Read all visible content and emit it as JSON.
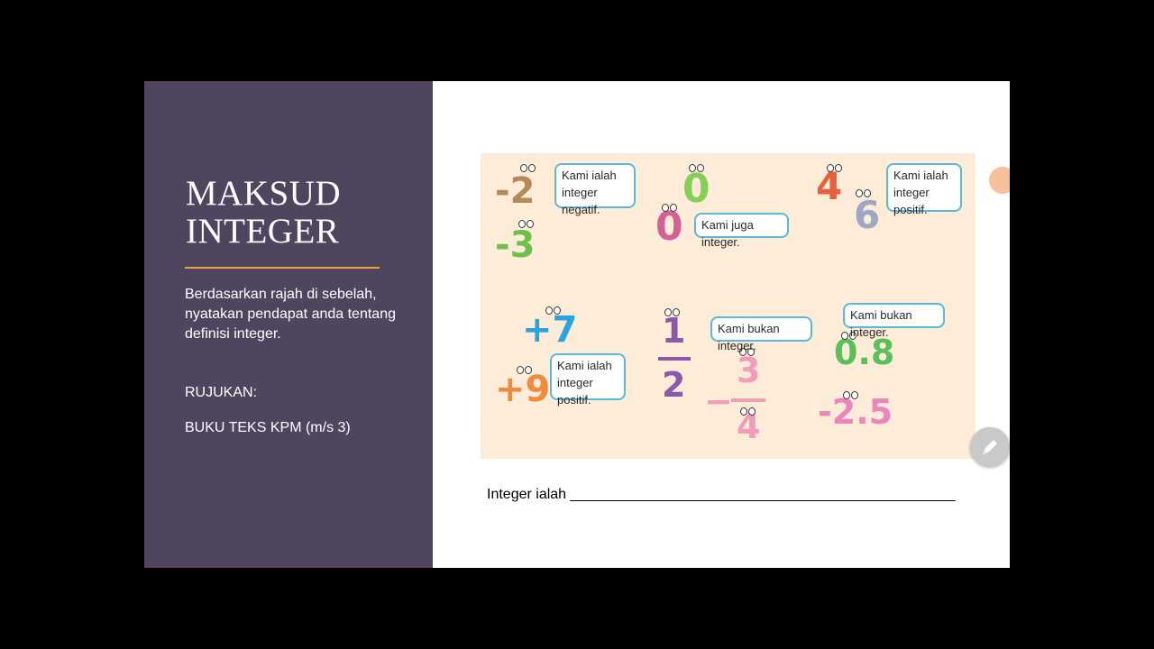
{
  "slide": {
    "title_line1": "MAKSUD",
    "title_line2": "INTEGER",
    "description": "Berdasarkan rajah di sebelah, nyatakan pendapat anda tentang definisi integer.",
    "reference_label": "RUJUKAN:",
    "reference_value": "BUKU TEKS KPM (m/s 3)",
    "sentence": "Integer ialah ________________________________________________"
  },
  "illustration": {
    "numbers": {
      "n_minus2": "-2",
      "n_minus3": "-3",
      "n_zero_top": "0",
      "n_zero_bottom": "0",
      "n_four": "4",
      "n_six": "6",
      "n_plus7": "+7",
      "n_plus9": "+9",
      "half_num": "1",
      "half_den": "2",
      "neg_sign": "−",
      "frac_num": "3",
      "frac_den": "4",
      "n_decimal": "0.8",
      "n_neg_decimal": "-2.5"
    },
    "bubbles": {
      "negative": "Kami ialah integer negatif.",
      "zero": "Kami juga integer.",
      "positive_top": "Kami ialah integer positif.",
      "positive_bottom": "Kami ialah integer positif.",
      "not_integer_fraction": "Kami bukan integer.",
      "not_integer_decimal": "Kami bukan integer."
    }
  },
  "colors": {
    "left_panel": "#4f455e",
    "accent_rule": "#e8a33a",
    "illustration_bg": "#fcecd8",
    "bubble_border": "#59b9d6"
  }
}
